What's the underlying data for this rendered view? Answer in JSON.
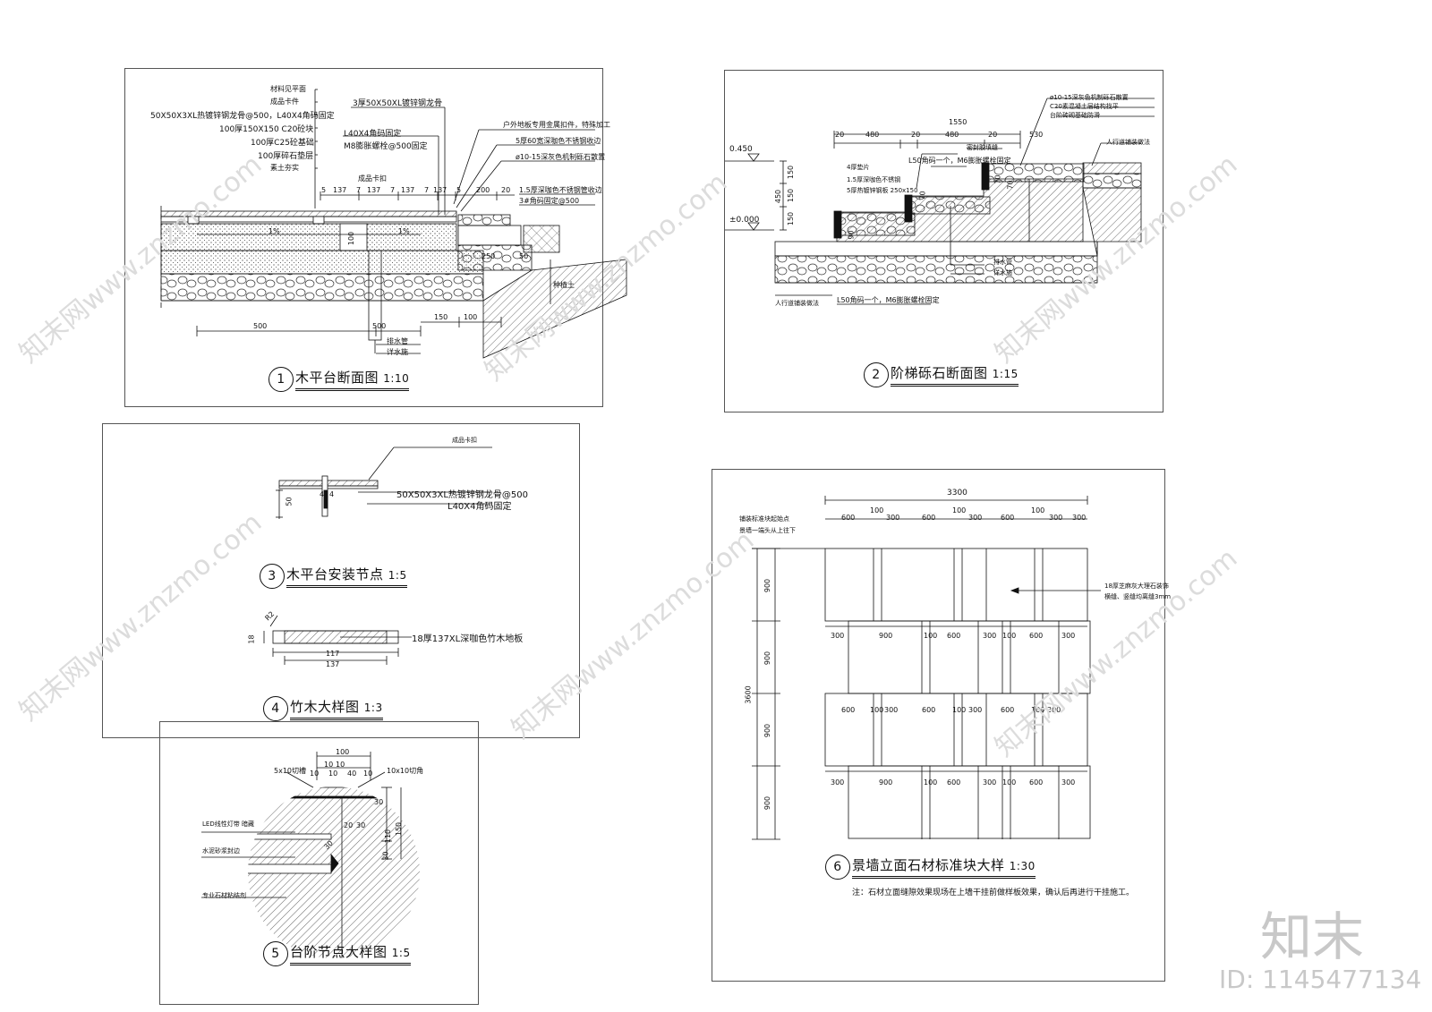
{
  "sheet1": {
    "labels": {
      "l1": "材料见平面",
      "l2": "成品卡件",
      "l3": "50X50X3XL热镀锌钢龙骨@500，L40X4角码固定",
      "l4": "100厚150X150 C20砼块",
      "l5": "100厚C25砼基础",
      "l6": "100厚碎石垫层",
      "l7": "素土夯实",
      "l8": "3厚50X50XL镀锌钢龙骨",
      "l9": "L40X4角码固定",
      "l10": "M8膨胀螺栓@500固定",
      "l11": "户外地板专用金属扣件，特殊加工",
      "l12": "5厚60宽深咖色不锈钢收边",
      "l13": "ø10-15深灰色机制砾石散置",
      "l14": "1.5厚深咖色不锈钢管收边",
      "l15": "3#角码固定@500",
      "l16": "成品卡扣",
      "l17": "排水管",
      "l18": "详水施",
      "l19": "种植土"
    },
    "dims": {
      "d137a": "137",
      "d137b": "137",
      "d137c": "137",
      "d137d": "137",
      "d5": "5",
      "d200": "200",
      "d20": "20",
      "d100v": "100",
      "d250": "250",
      "d50": "50",
      "d500a": "500",
      "d500b": "500",
      "d150": "150",
      "d100b": "100",
      "s1": "1%",
      "s2": "1%",
      "d5a": "5",
      "d7a": "7",
      "d7b": "7",
      "d7c": "7"
    },
    "title": {
      "num": "1",
      "text": "木平台断面图",
      "scale": "1:10"
    }
  },
  "sheet2": {
    "labels": {
      "elev1": "0.450",
      "elev2": "±0.000",
      "l1": "ø10-15深灰色机制砾石散置",
      "l2": "C20素混凝土层结构找平",
      "l3": "台阶砖砌基础防滑",
      "l4": "人行道铺装做法",
      "l5": "4厚垫片",
      "l6": "1.5厚深咖色不锈钢",
      "l7": "5厚热镀锌钢板 250x150",
      "l8": "L50角码一个，M6膨胀螺栓固定",
      "l9": "密封胶填缝",
      "l10": "人行道铺装做法",
      "l11": "L50角码一个，M6膨胀螺栓固定",
      "l12": "排水管",
      "l13": "详水施"
    },
    "dims": {
      "total": "1550",
      "a20": "20",
      "a480": "480",
      "a20b": "20",
      "a480b": "480",
      "a20c": "20",
      "a530": "530",
      "v150a": "150",
      "v450": "450",
      "v150b": "150",
      "v150c": "150",
      "v90": "90",
      "v70a": "70",
      "v70b": "70",
      "v70c": "70"
    },
    "title": {
      "num": "2",
      "text": "阶梯砾石断面图",
      "scale": "1:15"
    }
  },
  "sheet3": {
    "labels": {
      "l1": "成品卡扣",
      "l2": "50X50X3XL热镀锌钢龙骨@500",
      "l3": "L40X4角码固定",
      "l4": "18厚137XL深咖色竹木地板",
      "d50": "50",
      "d4a": "4",
      "d4b": "4",
      "r2": "R2",
      "d18": "18",
      "d117": "117",
      "d137": "137"
    },
    "title3": {
      "num": "3",
      "text": "木平台安装节点",
      "scale": "1:5"
    },
    "title4": {
      "num": "4",
      "text": "竹木大样图",
      "scale": "1:3"
    }
  },
  "sheet5": {
    "labels": {
      "l1": "5x10切槽",
      "l2": "10x10切角",
      "l3": "LED线性灯带 暗藏",
      "l4": "水泥砂浆封边",
      "l5": "专业石材粘结剂",
      "d100": "100",
      "d10a": "10",
      "d10b": "10",
      "d10c": "10",
      "d10d": "10",
      "d40": "40",
      "d10e": "10",
      "d20": "20",
      "d30a": "30",
      "d30b": "30",
      "d30c": "30",
      "d110": "110",
      "d150": "150",
      "d30d": "30"
    },
    "title": {
      "num": "5",
      "text": "台阶节点大样图",
      "scale": "1:5"
    }
  },
  "sheet6": {
    "labels": {
      "total": "3300",
      "l1": "铺装标准块起始点",
      "l2": "景墙一端头从上往下",
      "l3": "18厚芝麻灰大理石装饰",
      "l4": "横缝、竖缝均离缝3mm",
      "v3600": "3600",
      "v900a": "900",
      "v900b": "900",
      "v900c": "900",
      "v900d": "900"
    },
    "row1": [
      "600",
      "100",
      "300",
      "600",
      "100",
      "300",
      "600",
      "100",
      "300",
      "300"
    ],
    "row2": [
      "300",
      "900",
      "100",
      "600",
      "300",
      "100",
      "600",
      "300"
    ],
    "row3": [
      "600",
      "100",
      "300",
      "600",
      "100",
      "300",
      "600",
      "100",
      "300"
    ],
    "row4": [
      "300",
      "900",
      "100",
      "600",
      "300",
      "100",
      "600",
      "300"
    ],
    "title": {
      "num": "6",
      "text": "景墙立面石材标准块大样",
      "scale": "1:30"
    },
    "note": "注：石材立面缝隙效果现场在上墙干挂前做样板效果，确认后再进行干挂施工。"
  },
  "watermark": {
    "site": "知末网www.znzmo.com",
    "brand": "知末",
    "id": "ID: 1145477134"
  },
  "colors": {
    "line": "#111111",
    "hatch": "#444444",
    "watermark": "#dcdcdc"
  }
}
